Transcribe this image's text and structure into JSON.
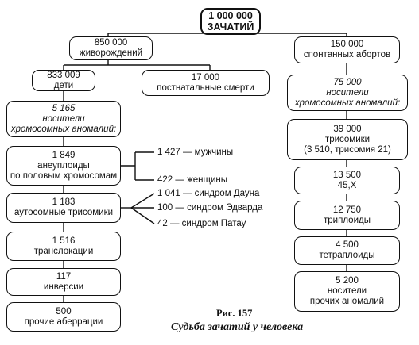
{
  "root": {
    "value": "1 000 000",
    "label": "ЗАЧАТИЙ"
  },
  "live_births": {
    "value": "850 000",
    "label": "живорождений"
  },
  "spontaneous": {
    "value": "150 000",
    "label": "спонтанных абортов"
  },
  "children": {
    "value": "833 009",
    "label": "дети"
  },
  "postnatal": {
    "value": "17 000",
    "label": "постнатальные смерти"
  },
  "left_carriers": {
    "value": "5 165",
    "label_1": "носители",
    "label_2": "хромосомных аномалий:"
  },
  "sex_aneuploidy": {
    "value": "1 849",
    "label_1": "анеуплоиды",
    "label_2": "по половым хромосомам",
    "males": "1 427 — мужчины",
    "females": "422 — женщины"
  },
  "autosomal": {
    "value": "1 183",
    "label": "аутосомные трисомики",
    "down": "1 041 — синдром Дауна",
    "edwards": "100 — синдром Эдварда",
    "patau": "42 — синдром Патау"
  },
  "translocations": {
    "value": "1 516",
    "label": "транслокации"
  },
  "inversions": {
    "value": "117",
    "label": "инверсии"
  },
  "other_aberrations": {
    "value": "500",
    "label": "прочие аберрации"
  },
  "right_carriers": {
    "value": "75 000",
    "label_1": "носители",
    "label_2": "хромосомных аномалий:"
  },
  "trisomics": {
    "value": "39 000",
    "label_1": "трисомики",
    "label_2": "(3 510, трисомия 21)"
  },
  "x45": {
    "value": "13 500",
    "label": "45,X"
  },
  "triploids": {
    "value": "12 750",
    "label": "триплоиды"
  },
  "tetraploids": {
    "value": "4 500",
    "label": "тетраплоиды"
  },
  "other_anomalies": {
    "value": "5 200",
    "label_1": "носители",
    "label_2": "прочих аномалий"
  },
  "caption": {
    "figure": "Рис. 157",
    "title": "Судьба зачатий у человека"
  }
}
